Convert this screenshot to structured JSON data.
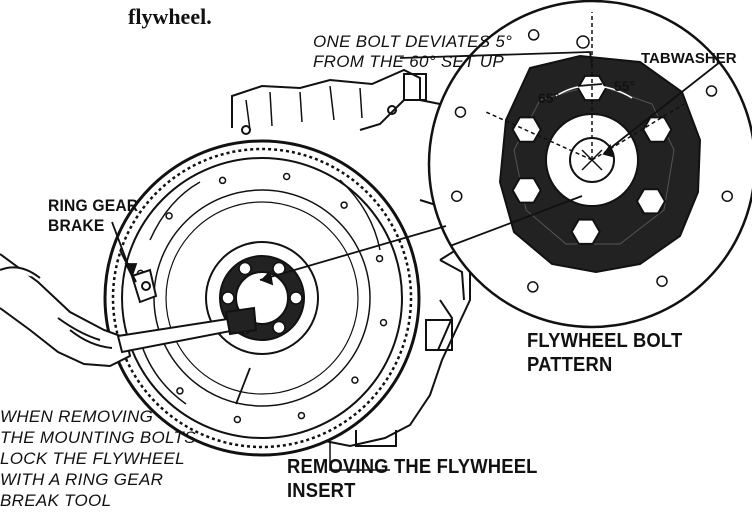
{
  "caption_fragment": "flywheel.",
  "labels": {
    "deviation_line1": "ONE BOLT DEVIATES 5°",
    "deviation_line2": "FROM THE 60° SET UP",
    "tabwasher": "TABWASHER",
    "angle_left": "65°",
    "angle_right": "55°",
    "ring_gear_line1": "RING GEAR",
    "ring_gear_line2": "BRAKE",
    "bolt_pattern_line1": "FLYWHEEL BOLT",
    "bolt_pattern_line2": "PATTERN",
    "note_lines": [
      "WHEN REMOVING",
      "THE MOUNTING BOLTS",
      "LOCK THE FLYWHEEL",
      "WITH A RING GEAR",
      "BREAK TOOL"
    ],
    "removing_line1": "REMOVING THE  FLYWHEEL",
    "removing_line2": "INSERT"
  },
  "colors": {
    "ink": "#111111",
    "paper": "#ffffff",
    "shade": "#2a2a2a"
  }
}
